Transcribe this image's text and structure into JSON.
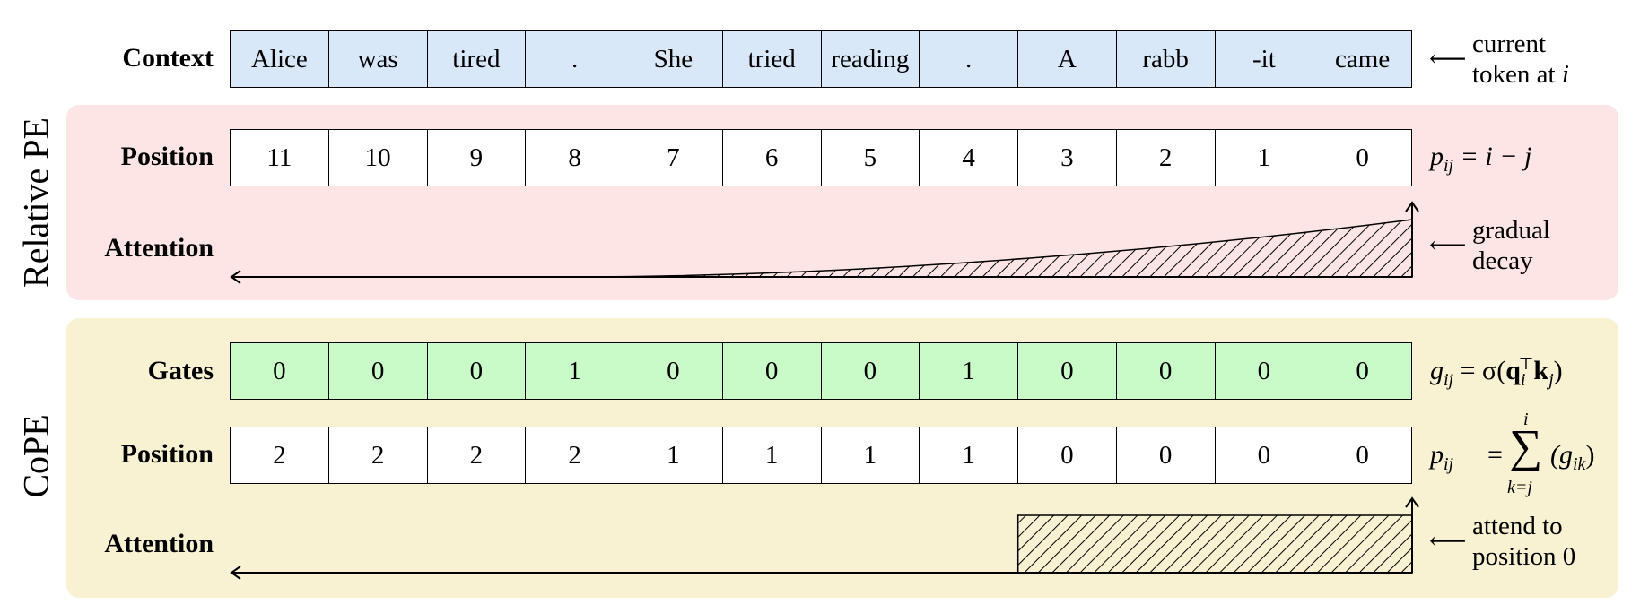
{
  "side_labels": {
    "relative": "Relative PE",
    "cope": "CoPE"
  },
  "row_labels": {
    "context": "Context",
    "rel_position": "Position",
    "rel_attention": "Attention",
    "gates": "Gates",
    "cope_position": "Position",
    "cope_attention": "Attention"
  },
  "context_tokens": [
    "Alice",
    "was",
    "tired",
    ".",
    "She",
    "tried",
    "reading",
    ".",
    "A",
    "rabb",
    "-it",
    "came"
  ],
  "relative_positions": [
    "11",
    "10",
    "9",
    "8",
    "7",
    "6",
    "5",
    "4",
    "3",
    "2",
    "1",
    "0"
  ],
  "gates": [
    "0",
    "0",
    "0",
    "1",
    "0",
    "0",
    "0",
    "1",
    "0",
    "0",
    "0",
    "0"
  ],
  "cope_positions": [
    "2",
    "2",
    "2",
    "2",
    "1",
    "1",
    "1",
    "1",
    "0",
    "0",
    "0",
    "0"
  ],
  "notes": {
    "current_token_l1": "current",
    "current_token_l2": "token at",
    "current_token_var": "i",
    "gradual_decay_l1": "gradual",
    "gradual_decay_l2": "decay",
    "attend_l1": "attend to",
    "attend_l2": "position 0",
    "arrow": "⟵"
  },
  "formulas": {
    "rel_p": "p",
    "rel_sub": "ij",
    "rel_rhs": "= i − j",
    "gate_g": "g",
    "gate_sub": "ij",
    "gate_rhs": "= σ(",
    "cope_p": "p",
    "cope_sub": "ij",
    "cope_eq": "=",
    "sum_top": "i",
    "sum_sym": "∑",
    "sum_bottom": "k=j",
    "sum_term": "(g",
    "sum_term_sub": "ik",
    "sum_close": ")"
  },
  "attention_shapes": {
    "relative": "gradual-decay-hatched",
    "cope": "uniform-block-positions-0",
    "cope_block_start_index": 8
  }
}
